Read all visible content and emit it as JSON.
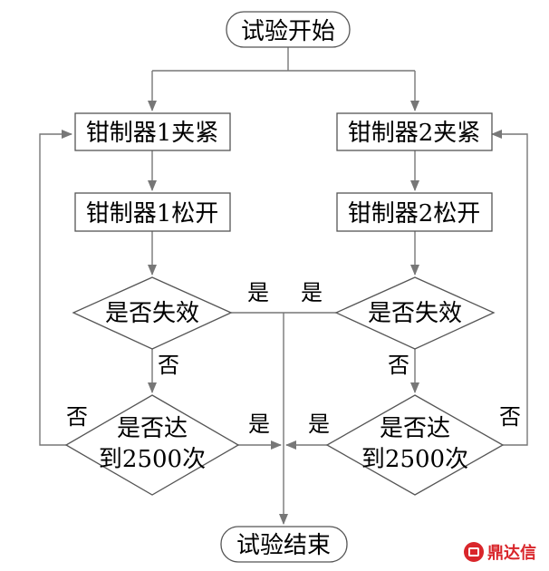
{
  "nodes": {
    "start": "试验开始",
    "clamp1": "钳制器1夹紧",
    "clamp2": "钳制器2夹紧",
    "release1": "钳制器1松开",
    "release2": "钳制器2松开",
    "fail1": "是否失效",
    "fail2": "是否失效",
    "count1_line1": "是否达",
    "count1_line2": "到2500次",
    "count2_line1": "是否达",
    "count2_line2": "到2500次",
    "end": "试验结束"
  },
  "labels": {
    "fail1_yes": "是",
    "fail2_yes": "是",
    "fail1_no": "否",
    "fail2_no": "否",
    "count1_no": "否",
    "count2_no": "否",
    "count1_yes": "是",
    "count2_yes": "是"
  },
  "watermark": {
    "text": "鼎达信",
    "color": "#d9262b"
  },
  "colors": {
    "line": "#777777",
    "border": "#555555"
  }
}
